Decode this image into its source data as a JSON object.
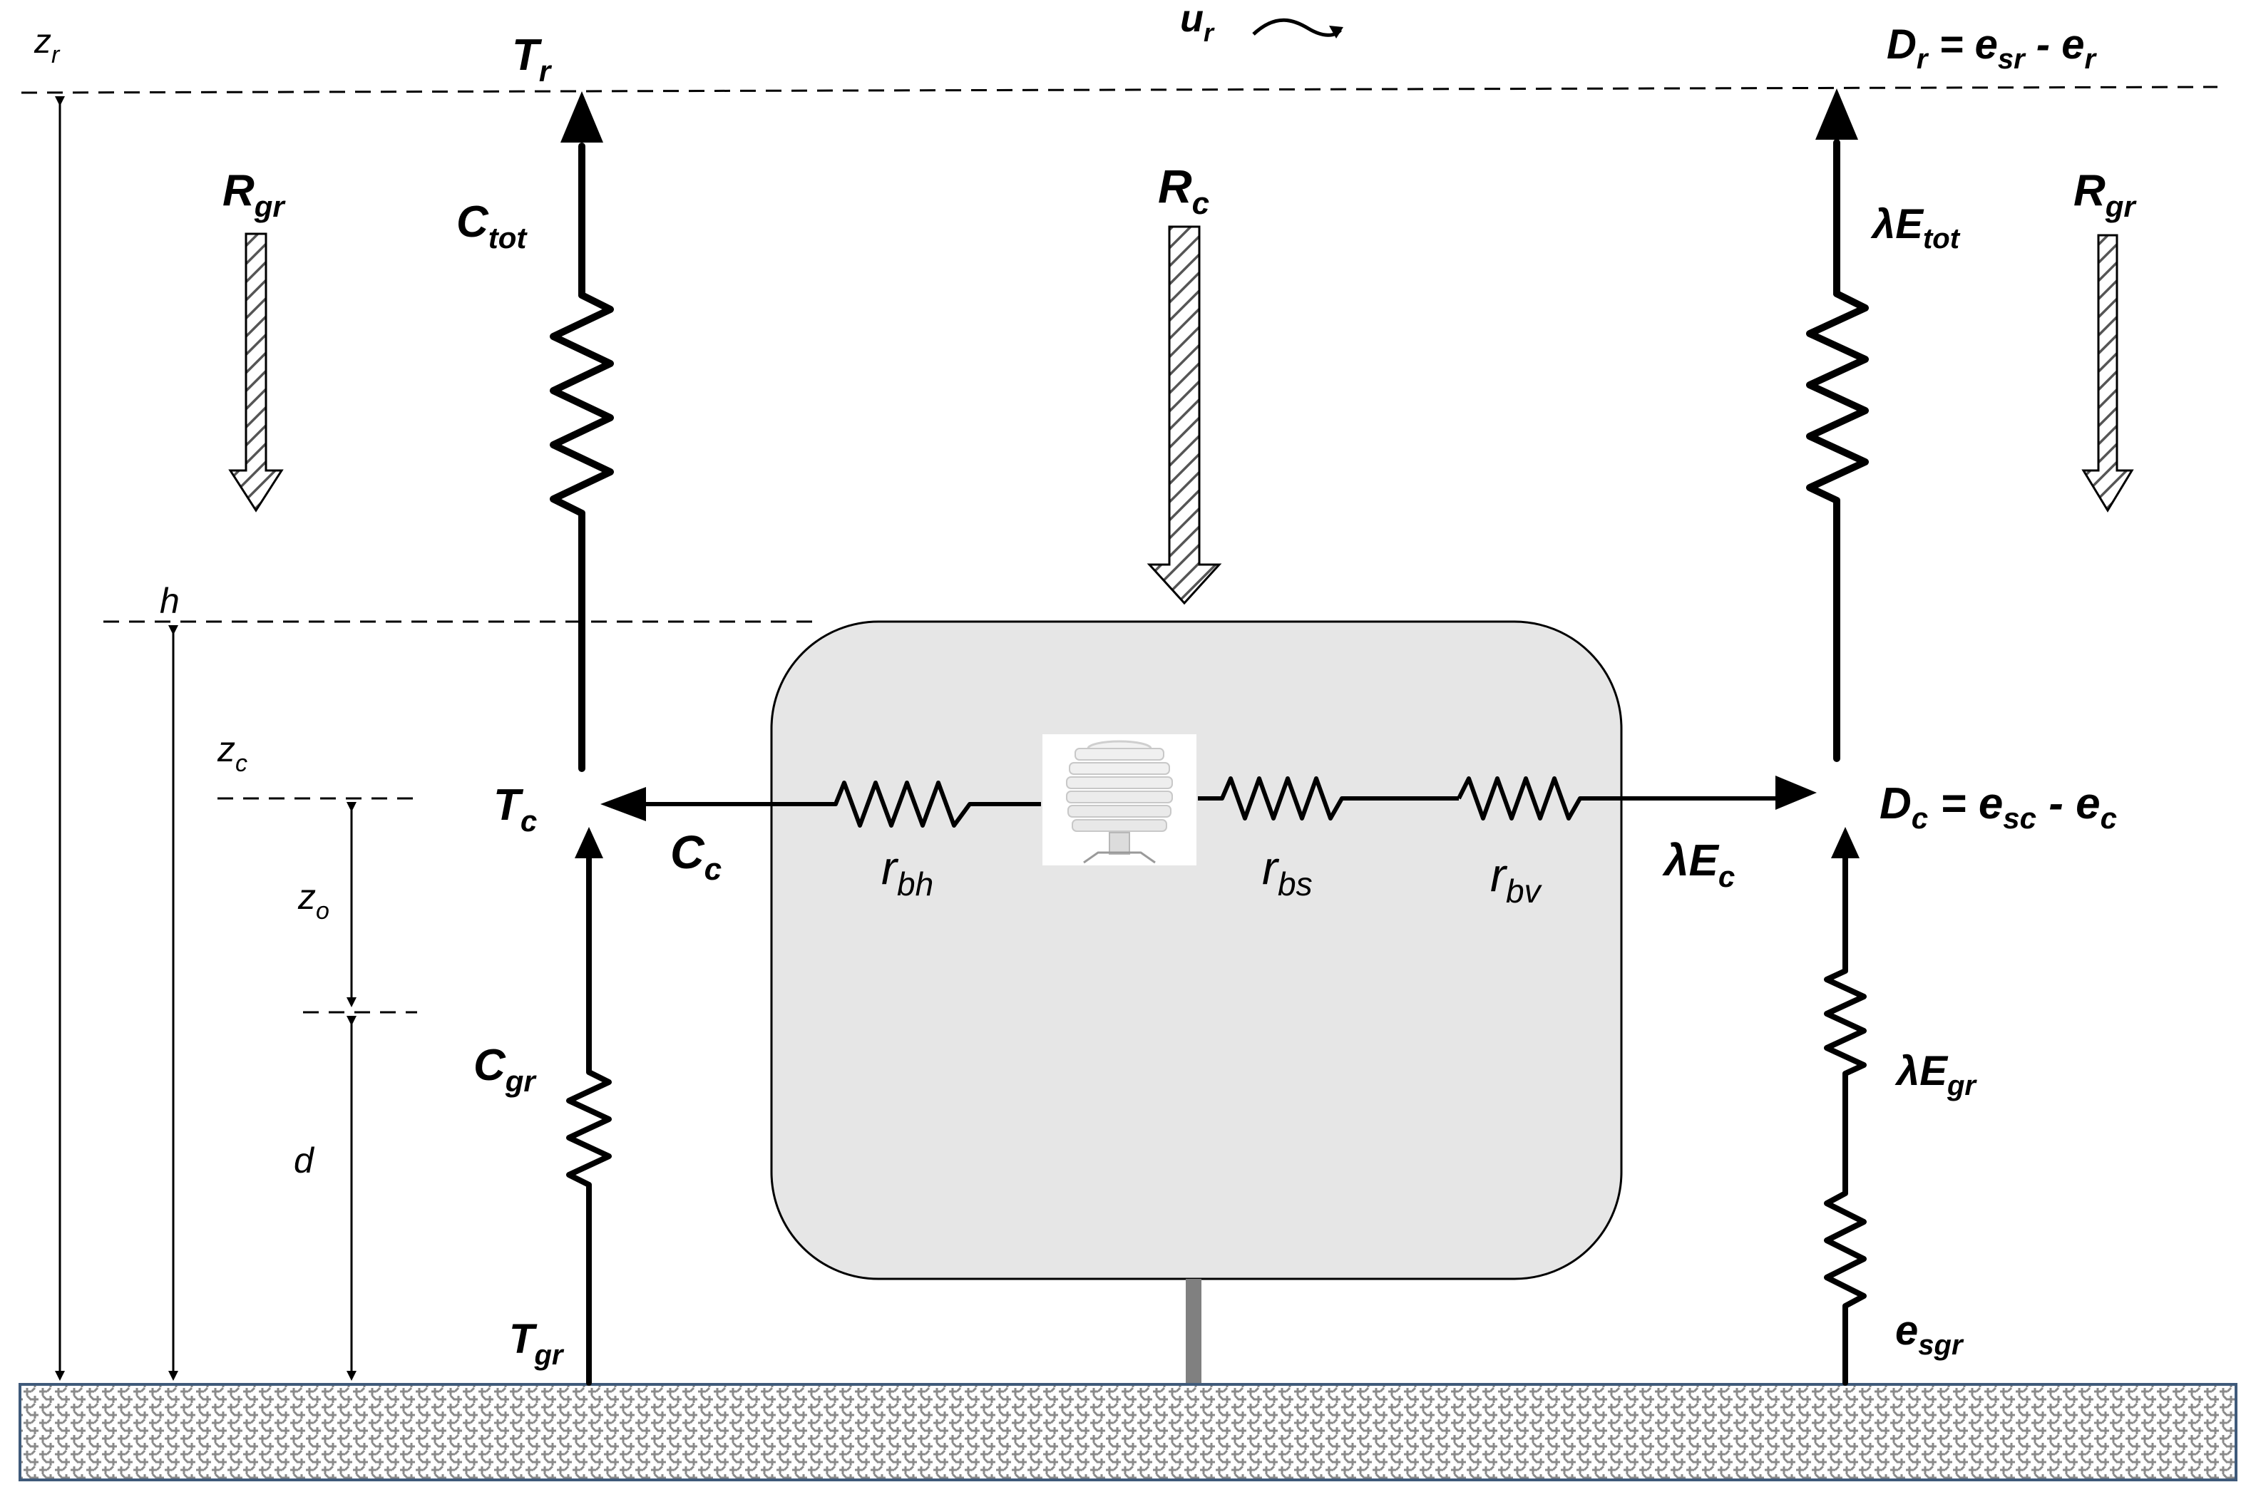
{
  "colors": {
    "line": "#000000",
    "canvas_fill": "#e6e6e6",
    "ground_pattern": "#8a8a8a",
    "ground_border": "#3f5a7a",
    "pole": "#808080",
    "sensor_body": "#f2f2f2"
  },
  "heights": {
    "zr": {
      "main": "z",
      "sub": "r"
    },
    "h": {
      "main": "h"
    },
    "zc": {
      "main": "z",
      "sub": "c"
    },
    "zo": {
      "main": "z",
      "sub": "o"
    },
    "d": {
      "main": "d"
    }
  },
  "wind": {
    "main": "u",
    "sub": "r"
  },
  "sensible_heat": {
    "Tr": {
      "main": "T",
      "sub": "r"
    },
    "Ctot": {
      "main": "C",
      "sub": "tot"
    },
    "Tc": {
      "main": "T",
      "sub": "c"
    },
    "Cc": {
      "main": "C",
      "sub": "c"
    },
    "Cgr": {
      "main": "C",
      "sub": "gr"
    },
    "Tgr": {
      "main": "T",
      "sub": "gr"
    }
  },
  "latent_heat": {
    "Dr": {
      "main": "D",
      "sub": "r",
      "eq": " = ",
      "e1": "e",
      "e1sub": "sr",
      "minus": " - ",
      "e2": "e",
      "e2sub": "r"
    },
    "lEtot": {
      "main": "λE",
      "sub": "tot"
    },
    "Dc": {
      "main": "D",
      "sub": "c",
      "eq": " = ",
      "e1": "e",
      "e1sub": "sc",
      "minus": " - ",
      "e2": "e",
      "e2sub": "c"
    },
    "lEc": {
      "main": "λE",
      "sub": "c"
    },
    "lEgr": {
      "main": "λE",
      "sub": "gr"
    },
    "esgr": {
      "main": "e",
      "sub": "sgr"
    }
  },
  "radiation": {
    "Rgr_left": {
      "main": "R",
      "sub": "gr"
    },
    "Rc": {
      "main": "R",
      "sub": "c"
    },
    "Rgr_right": {
      "main": "R",
      "sub": "gr"
    }
  },
  "resistances": {
    "rbh": {
      "main": "r",
      "sub": "bh"
    },
    "rbs": {
      "main": "r",
      "sub": "bs"
    },
    "rbv": {
      "main": "r",
      "sub": "bv"
    }
  },
  "icons": {
    "sensor": "radiation-shield-sensor-icon",
    "wind": "wind-gust-icon"
  }
}
